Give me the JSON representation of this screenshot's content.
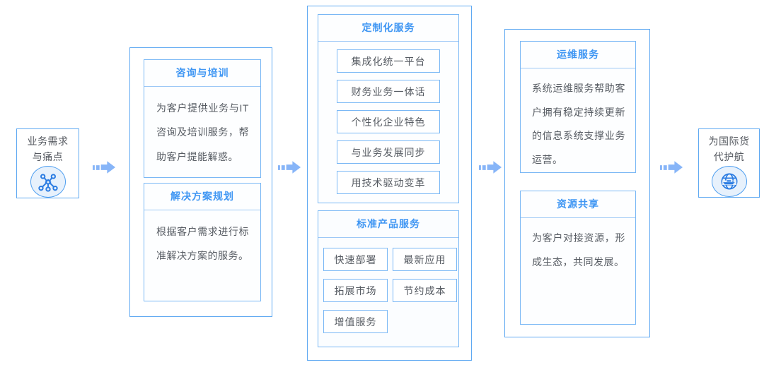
{
  "colors": {
    "group_border": "#5fa9f2",
    "card_border": "#7ab8f5",
    "header_text": "#3f96f3",
    "body_text": "#575c63",
    "arrow": "#87b5f8",
    "icon_stroke": "#2b7ce2",
    "icon_circle_fill": "#e7f1fc"
  },
  "start": {
    "line1": "业务需求",
    "line2": "与痛点",
    "icon": "network-nodes-icon"
  },
  "stage1": {
    "cards": [
      {
        "title": "咨询与培训",
        "body": "为客户提供业务与IT咨询及培训服务，帮助客户提能解惑。"
      },
      {
        "title": "解决方案规划",
        "body": "根据客户需求进行标准解决方案的服务。"
      }
    ]
  },
  "stage2": {
    "custom": {
      "title": "定制化服务",
      "items": [
        "集成化统一平台",
        "财务业务一体话",
        "个性化企业特色",
        "与业务发展同步",
        "用技术驱动变革"
      ]
    },
    "standard": {
      "title": "标准产品服务",
      "items": [
        "快速部署",
        "最新应用",
        "拓展市场",
        "节约成本",
        "增值服务"
      ]
    }
  },
  "stage3": {
    "cards": [
      {
        "title": "运维服务",
        "body": "系统运维服务帮助客户拥有稳定持续更新的信息系统支撑业务运营。"
      },
      {
        "title": "资源共享",
        "body": "为客户对接资源，形成生态，共同发展。"
      }
    ]
  },
  "end": {
    "line1": "为国际货",
    "line2": "代护航",
    "icon": "globe-ship-icon"
  }
}
